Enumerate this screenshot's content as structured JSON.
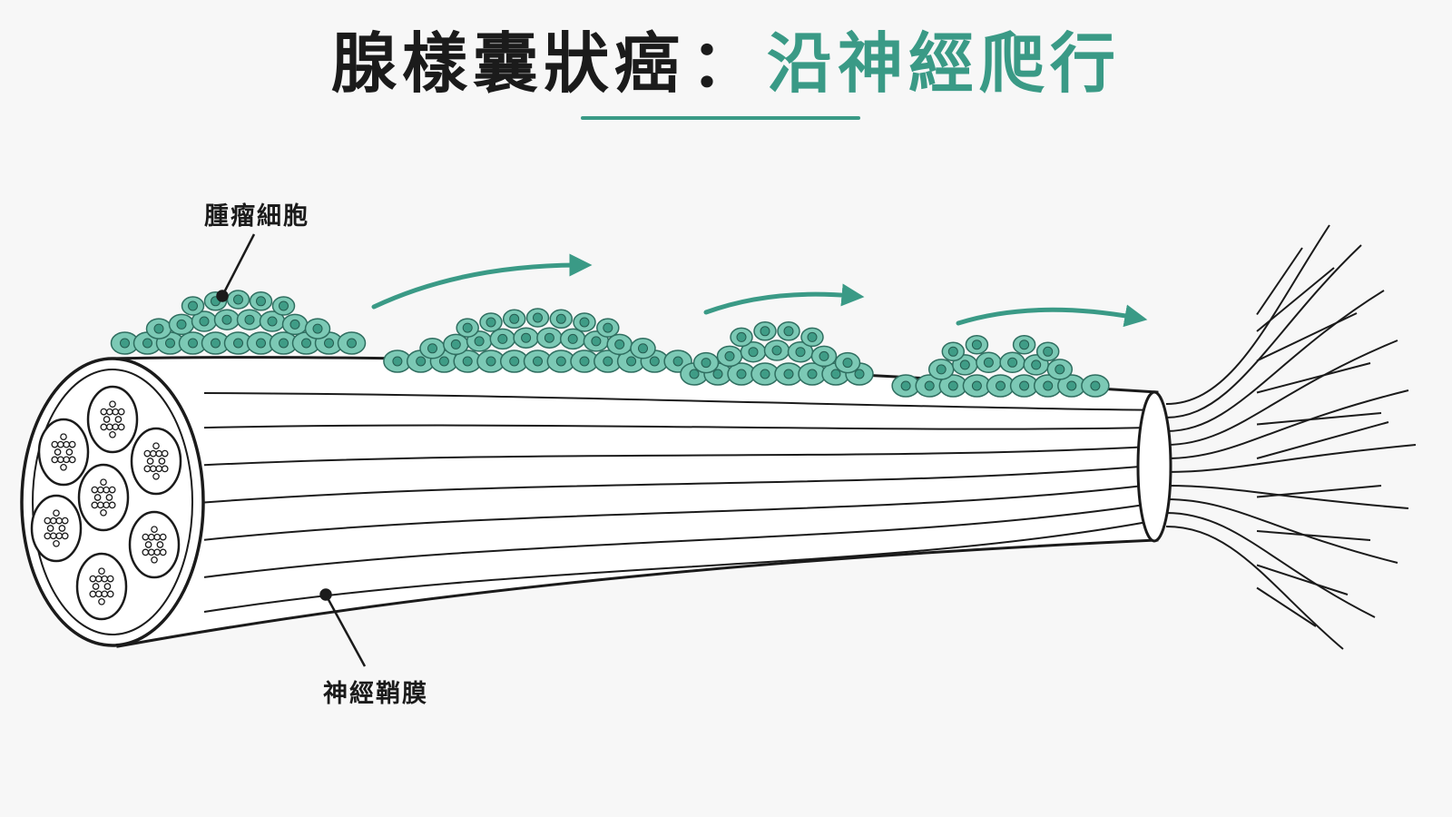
{
  "title": {
    "main": "腺樣囊狀癌",
    "separator": "：",
    "highlight": "沿神經爬行"
  },
  "labels": {
    "tumor_cells": "腫瘤細胞",
    "nerve_sheath": "神經鞘膜"
  },
  "colors": {
    "accent": "#3a9a86",
    "cell_fill": "#7cc9b5",
    "cell_nucleus": "#3f9c86",
    "outline": "#1b1b1b",
    "background": "#f7f7f7"
  }
}
